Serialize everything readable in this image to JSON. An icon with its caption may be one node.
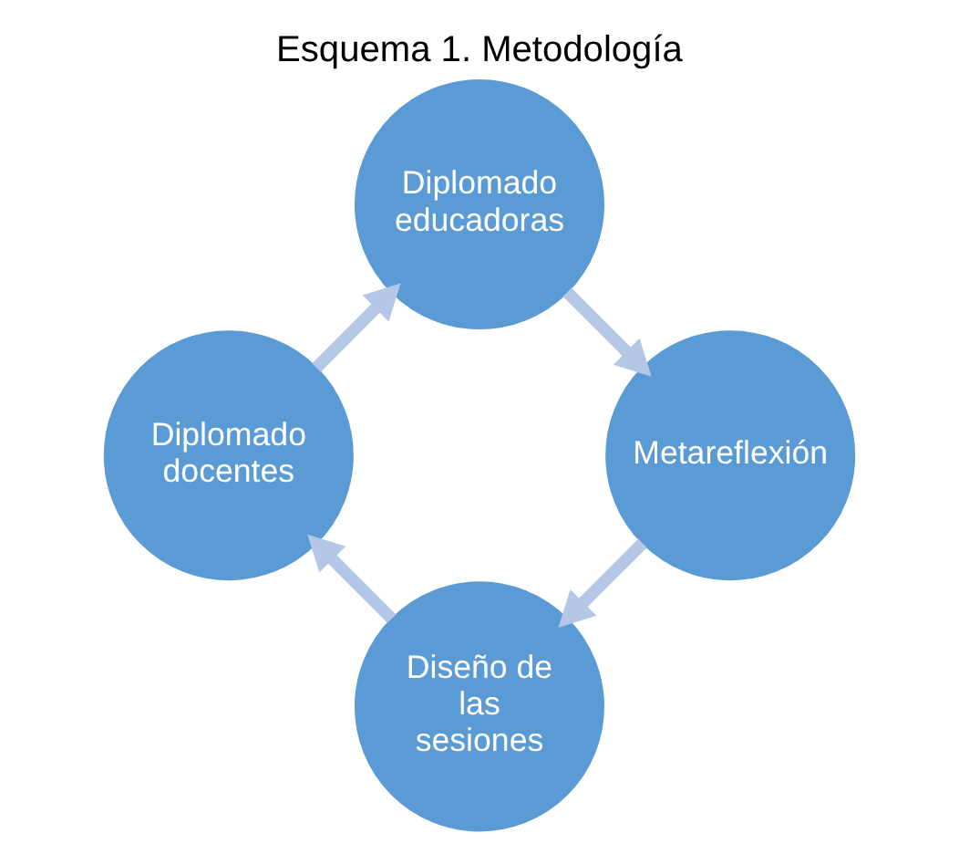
{
  "diagram": {
    "title": "Esquema 1. Metodología",
    "nodes": [
      {
        "text": [
          "Diseño de las sesiones"
        ]
      },
      {
        "text": [
          "Diplomado docentes"
        ]
      },
      {
        "text": [
          "Diplomado educadoras"
        ]
      },
      {
        "text": [
          "Metareflexión"
        ]
      }
    ],
    "edges": [
      {
        "from": 0,
        "to": 1,
        "arrow": "to"
      },
      {
        "from": 1,
        "to": 2,
        "arrow": "to"
      },
      {
        "from": 2,
        "to": 3,
        "arrow": "to"
      },
      {
        "from": 3,
        "to": 0,
        "arrow": "to"
      }
    ]
  }
}
